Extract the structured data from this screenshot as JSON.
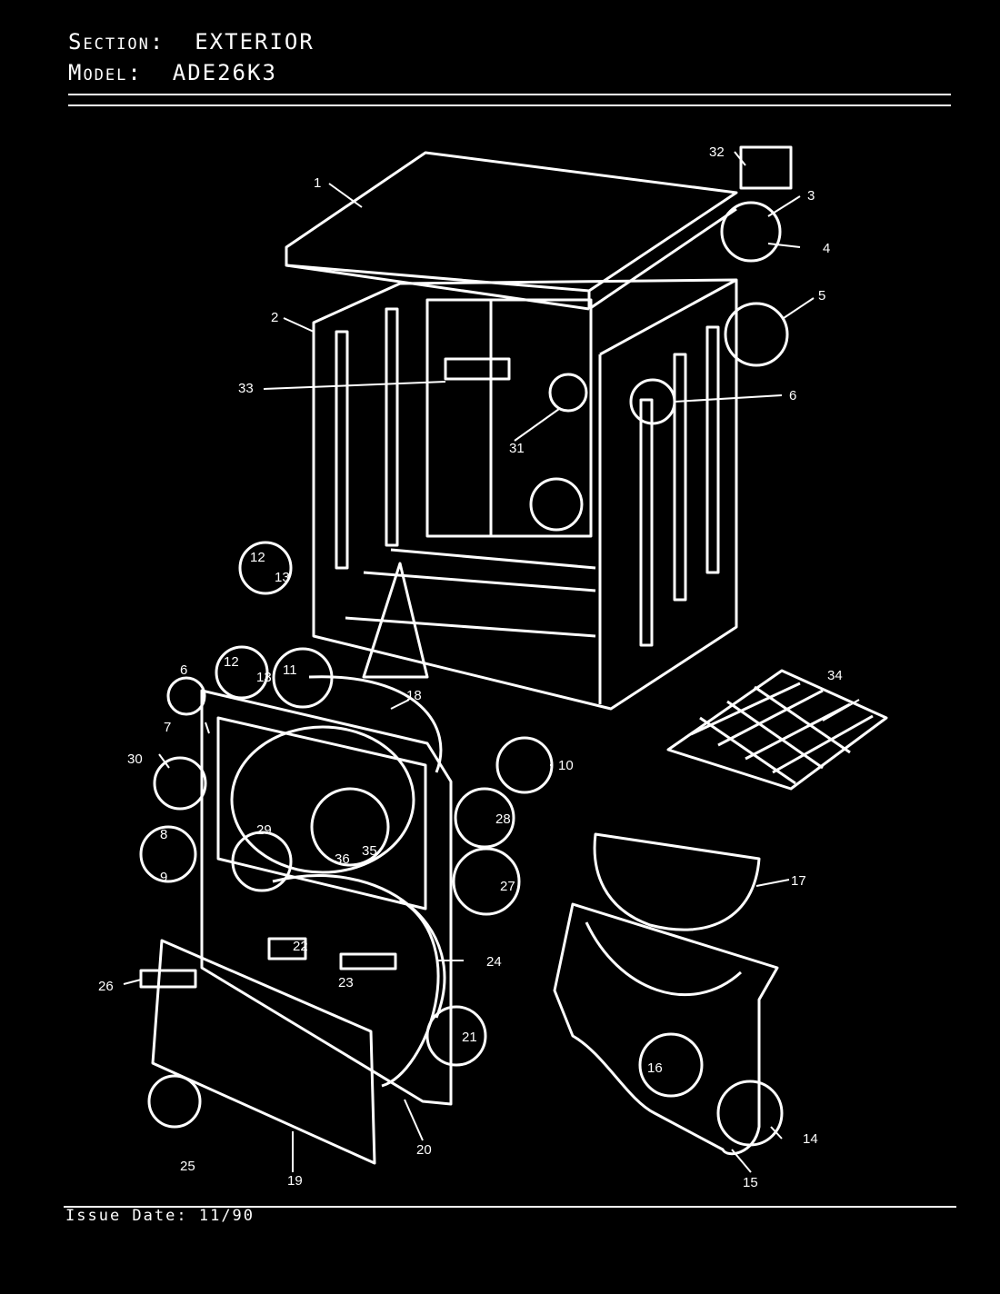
{
  "header": {
    "section_label": "Section:",
    "section_value": "EXTERIOR",
    "model_label": "Model:",
    "model_value": "ADE26K3"
  },
  "footer": {
    "issue_label": "Issue Date:",
    "issue_value": "11/90"
  },
  "callouts": [
    "1",
    "2",
    "3",
    "4",
    "5",
    "6",
    "31",
    "33",
    "32",
    "12",
    "13",
    "6",
    "12",
    "13",
    "11",
    "7",
    "18",
    "30",
    "10",
    "29",
    "35",
    "36",
    "8",
    "9",
    "28",
    "27",
    "22",
    "23",
    "24",
    "26",
    "21",
    "25",
    "19",
    "20",
    "34",
    "17",
    "16",
    "14",
    "15"
  ]
}
